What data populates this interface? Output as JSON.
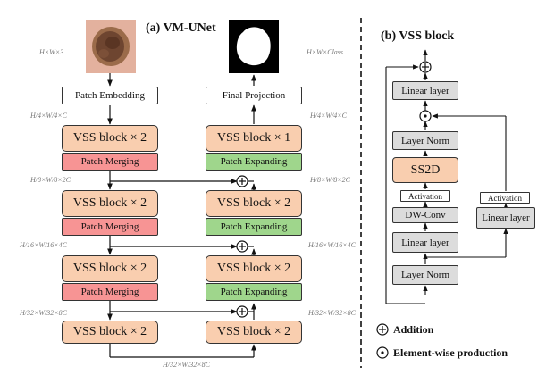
{
  "left_title": "(a) VM-UNet",
  "right_title": "(b) VSS block",
  "encoder": {
    "patch_embedding": "Patch Embedding",
    "vss_1": "VSS block × 2",
    "merge_1": "Patch Merging",
    "vss_2": "VSS block × 2",
    "merge_2": "Patch Merging",
    "vss_3": "VSS block × 2",
    "merge_3": "Patch Merging",
    "vss_4": "VSS block × 2"
  },
  "decoder": {
    "final_projection": "Final Projection",
    "vss_1": "VSS block × 1",
    "expand_1": "Patch Expanding",
    "vss_2": "VSS block × 2",
    "expand_2": "Patch Expanding",
    "vss_3": "VSS block × 2",
    "expand_3": "Patch Expanding",
    "vss_4": "VSS block × 2"
  },
  "dims": {
    "input": "H×W×3",
    "output": "H×W×Class",
    "d_left_1": "H/4×W/4×C",
    "d_right_1": "H/4×W/4×C",
    "d_left_2": "H/8×W/8×2C",
    "d_right_2": "H/8×W/8×2C",
    "d_left_3": "H/16×W/16×4C",
    "d_right_3": "H/16×W/16×4C",
    "d_left_4": "H/32×W/32×8C",
    "d_right_4": "H/32×W/32×8C",
    "d_bottom": "H/32×W/32×8C"
  },
  "vss_block": {
    "linear_top": "Linear layer",
    "layer_norm_upper": "Layer Norm",
    "ss2d": "SS2D",
    "activation_left": "Activation",
    "dw_conv": "DW-Conv",
    "linear_middle": "Linear layer",
    "layer_norm_lower": "Layer Norm",
    "activation_right": "Activation",
    "linear_right": "Linear layer"
  },
  "legend": {
    "addition": "Addition",
    "elementwise": "Element-wise production"
  },
  "colors": {
    "vss": "#f9ceaf",
    "merging": "#f79494",
    "expanding": "#9fd68c",
    "grey_layer": "#dcdcdc",
    "mask_bg": "#000000",
    "mask_fg": "#ffffff",
    "lesion": "#8a5a3c"
  }
}
